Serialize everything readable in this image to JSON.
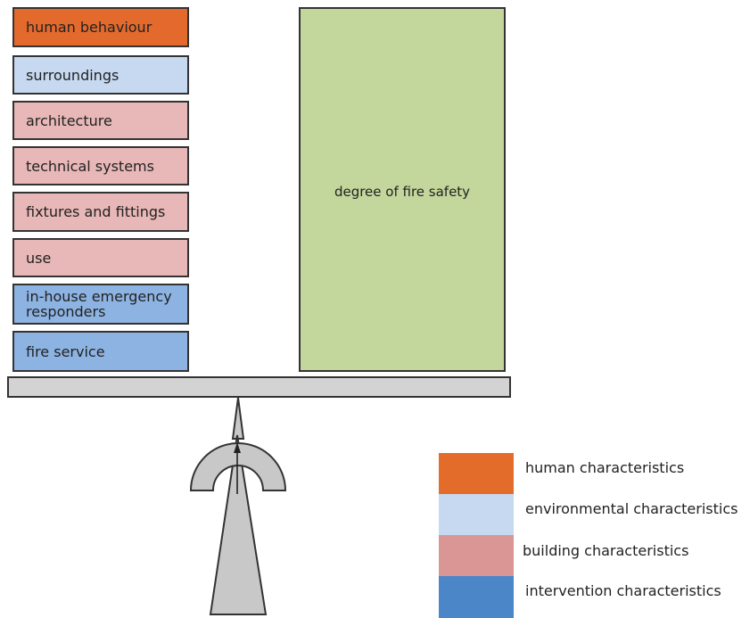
{
  "factors": [
    {
      "label": "human behaviour",
      "category": "human",
      "color": "#e36a2c"
    },
    {
      "label": "surroundings",
      "category": "environmental",
      "color": "#c6d9f0"
    },
    {
      "label": "architecture",
      "category": "building",
      "color": "#e8b7b7"
    },
    {
      "label": "technical systems",
      "category": "building",
      "color": "#e8b7b7"
    },
    {
      "label": "fixtures and fittings",
      "category": "building",
      "color": "#e8b7b7"
    },
    {
      "label": "use",
      "category": "building",
      "color": "#e8b7b7"
    },
    {
      "label": "in-house emergency responders",
      "category": "intervention",
      "color": "#8db3e2"
    },
    {
      "label": "fire service",
      "category": "intervention",
      "color": "#8db3e2"
    }
  ],
  "fire_safety": {
    "label": "degree of fire safety",
    "color": "#c3d69b"
  },
  "legend": [
    {
      "label": "human characteristics",
      "color": "#e46c2a"
    },
    {
      "label": "environmental characteristics",
      "color": "#c6d9f0"
    },
    {
      "label": "building characteristics",
      "color": "#d99694"
    },
    {
      "label": "intervention characteristics",
      "color": "#4a86c8"
    }
  ],
  "beam_color": "#d3d3d3",
  "pivot_color": "#c8c8c8"
}
